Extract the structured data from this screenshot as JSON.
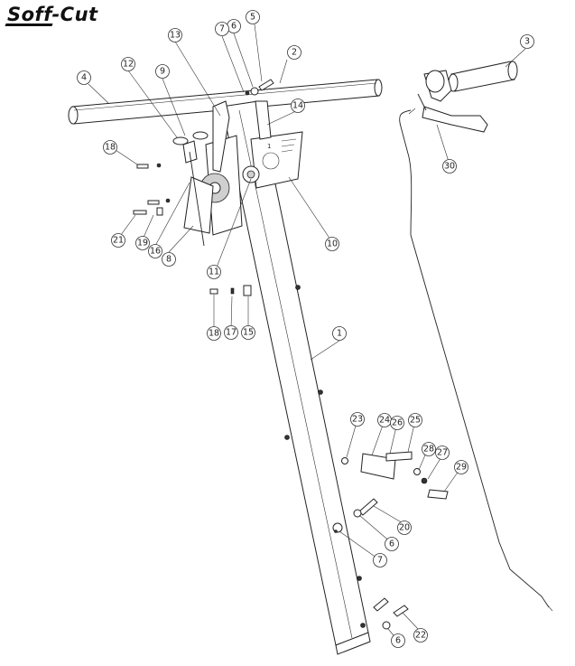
{
  "brand": {
    "name": "Soff-Cut"
  },
  "callouts": [
    {
      "id": "1"
    },
    {
      "id": "2"
    },
    {
      "id": "3"
    },
    {
      "id": "4"
    },
    {
      "id": "5"
    },
    {
      "id": "6"
    },
    {
      "id": "7"
    },
    {
      "id": "8"
    },
    {
      "id": "9"
    },
    {
      "id": "10"
    },
    {
      "id": "11"
    },
    {
      "id": "12"
    },
    {
      "id": "13"
    },
    {
      "id": "14"
    },
    {
      "id": "15"
    },
    {
      "id": "16"
    },
    {
      "id": "17"
    },
    {
      "id": "18"
    },
    {
      "id": "19"
    },
    {
      "id": "20"
    },
    {
      "id": "21"
    },
    {
      "id": "22"
    },
    {
      "id": "23"
    },
    {
      "id": "24"
    },
    {
      "id": "25"
    },
    {
      "id": "26"
    },
    {
      "id": "27"
    },
    {
      "id": "28"
    },
    {
      "id": "29"
    },
    {
      "id": "30"
    },
    {
      "id": "6"
    },
    {
      "id": "7"
    },
    {
      "id": "6"
    },
    {
      "id": "18"
    }
  ]
}
